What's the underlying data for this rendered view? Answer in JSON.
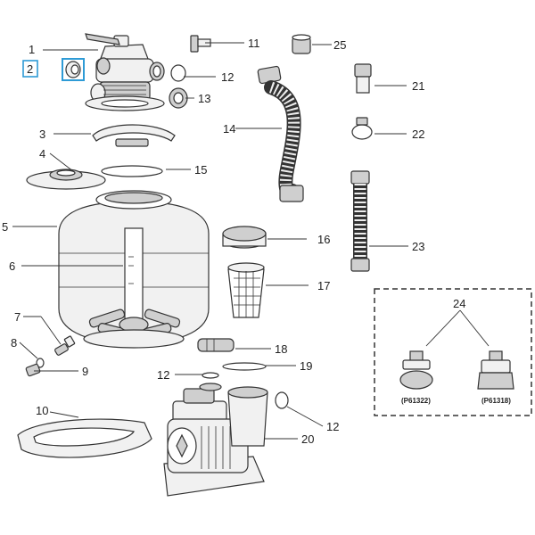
{
  "diagram": {
    "callouts": [
      {
        "id": "1",
        "label": "1"
      },
      {
        "id": "2",
        "label": "2"
      },
      {
        "id": "3",
        "label": "3"
      },
      {
        "id": "4",
        "label": "4"
      },
      {
        "id": "5",
        "label": "5"
      },
      {
        "id": "6",
        "label": "6"
      },
      {
        "id": "7",
        "label": "7"
      },
      {
        "id": "8",
        "label": "8"
      },
      {
        "id": "9",
        "label": "9"
      },
      {
        "id": "10",
        "label": "10"
      },
      {
        "id": "11",
        "label": "11"
      },
      {
        "id": "12a",
        "label": "12"
      },
      {
        "id": "12b",
        "label": "12"
      },
      {
        "id": "12c",
        "label": "12"
      },
      {
        "id": "13",
        "label": "13"
      },
      {
        "id": "14",
        "label": "14"
      },
      {
        "id": "15",
        "label": "15"
      },
      {
        "id": "16",
        "label": "16"
      },
      {
        "id": "17",
        "label": "17"
      },
      {
        "id": "18",
        "label": "18"
      },
      {
        "id": "19",
        "label": "19"
      },
      {
        "id": "20",
        "label": "20"
      },
      {
        "id": "21",
        "label": "21"
      },
      {
        "id": "22",
        "label": "22"
      },
      {
        "id": "23",
        "label": "23"
      },
      {
        "id": "24",
        "label": "24"
      },
      {
        "id": "25",
        "label": "25"
      }
    ],
    "part_codes": {
      "left": "(P61322)",
      "right": "(P61318)"
    },
    "highlight_color": "#2e9bd6",
    "line_color": "#333333"
  }
}
